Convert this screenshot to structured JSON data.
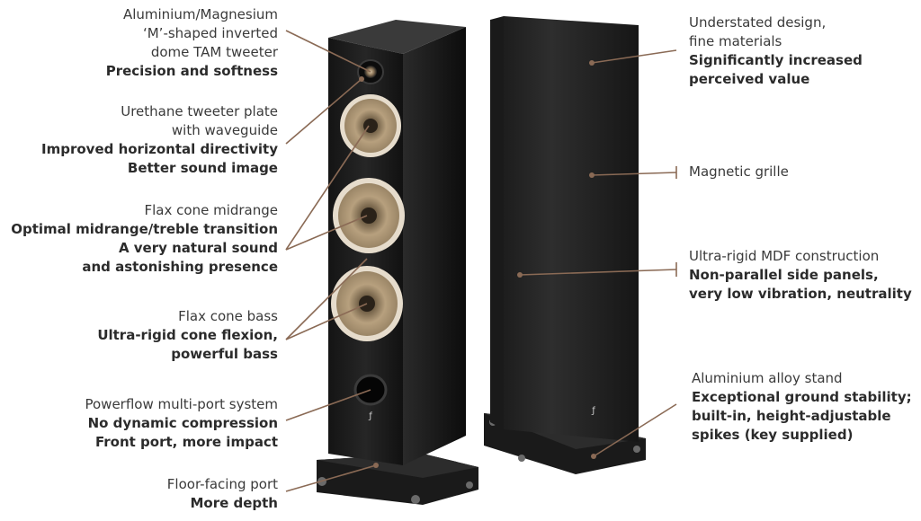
{
  "accent": "#8a6a55",
  "left_callouts": [
    {
      "plain": [
        "Aluminium/Magnesium",
        "‘M’-shaped inverted",
        "dome TAM tweeter"
      ],
      "bold": [
        "Precision and softness"
      ]
    },
    {
      "plain": [
        "Urethane tweeter plate",
        "with waveguide"
      ],
      "bold": [
        "Improved horizontal directivity",
        "Better sound image"
      ]
    },
    {
      "plain": [
        "Flax cone midrange"
      ],
      "bold": [
        "Optimal midrange/treble transition",
        "A very natural sound",
        "and astonishing presence"
      ]
    },
    {
      "plain": [
        "Flax cone bass"
      ],
      "bold": [
        "Ultra-rigid cone flexion,",
        "powerful bass"
      ]
    },
    {
      "plain": [
        "Powerflow multi-port system"
      ],
      "bold": [
        "No dynamic compression",
        "Front port, more impact"
      ]
    },
    {
      "plain": [
        "Floor-facing port"
      ],
      "bold": [
        "More depth"
      ]
    }
  ],
  "right_callouts": [
    {
      "plain": [
        "Understated design,",
        "fine materials"
      ],
      "bold": [
        "Significantly increased",
        "perceived value"
      ]
    },
    {
      "plain": [
        "Magnetic grille"
      ],
      "bold": []
    },
    {
      "plain": [
        "Ultra-rigid MDF construction"
      ],
      "bold": [
        "Non-parallel side panels,",
        "very low vibration, neutrality"
      ]
    },
    {
      "plain": [
        "Aluminium alloy stand"
      ],
      "bold": [
        "Exceptional ground stability;",
        "built-in, height-adjustable",
        "spikes (key supplied)"
      ]
    }
  ]
}
